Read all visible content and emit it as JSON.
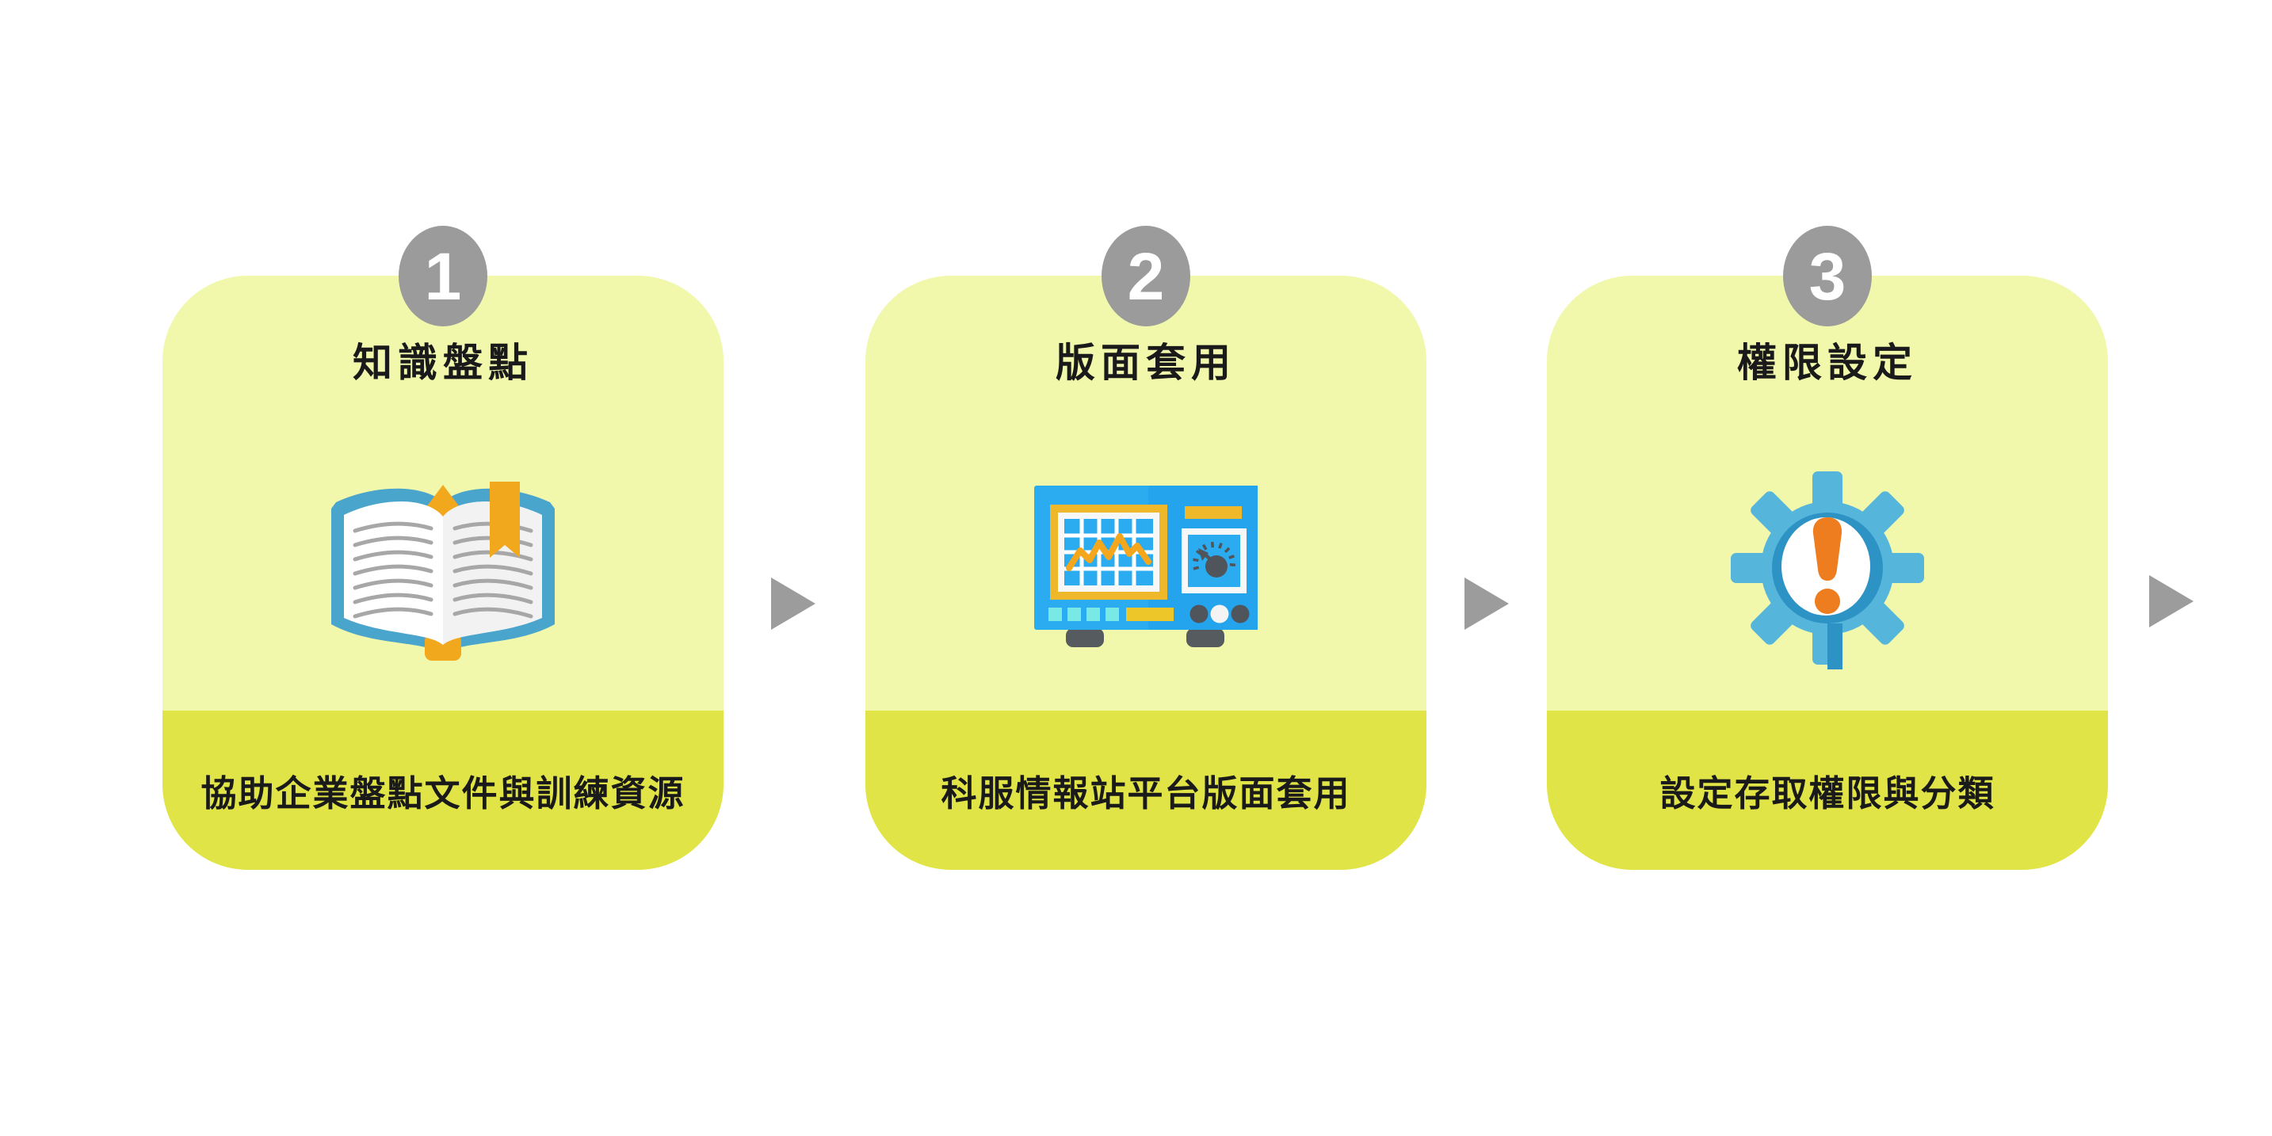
{
  "colors": {
    "page_bg": "#ffffff",
    "card_bg": "#f1f8ac",
    "banner_bg": "#e0e446",
    "badge_bg": "#9b9b9b",
    "badge_text": "#ffffff",
    "text": "#1a1a1a",
    "arrow": "#9c9c9c",
    "icon_blue": "#2babf0",
    "icon_blue_dark": "#2d92c4",
    "icon_blue_light": "#55b5da",
    "book_blue": "#4aa5cc",
    "accent_yellow": "#efb82b",
    "accent_orange": "#ee7d1f"
  },
  "steps": [
    {
      "number": "1",
      "title": "知識盤點",
      "description": "協助企業盤點文件與訓練資源",
      "icon": "open-book-icon"
    },
    {
      "number": "2",
      "title": "版面套用",
      "description": "科服情報站平台版面套用",
      "icon": "instrument-panel-icon"
    },
    {
      "number": "3",
      "title": "權限設定",
      "description": "設定存取權限與分類",
      "icon": "gear-alert-icon"
    }
  ]
}
